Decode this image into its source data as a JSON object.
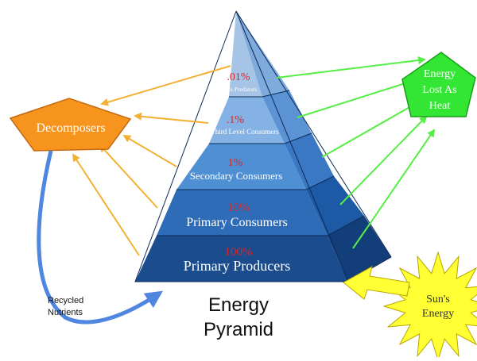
{
  "pyramid": {
    "levels": [
      {
        "percent": ".01%",
        "name": "Apex Predators"
      },
      {
        "percent": ".1%",
        "name": "Third Level Consumers"
      },
      {
        "percent": "1%",
        "name": "Secondary Consumers"
      },
      {
        "percent": "10%",
        "name": "Primary Consumers"
      },
      {
        "percent": "100%",
        "name": "Primary Producers"
      }
    ]
  },
  "decomposers": {
    "label": "Decomposers"
  },
  "energy_lost": {
    "line1": "Energy",
    "line2": "Lost As",
    "line3": "Heat"
  },
  "recycled": {
    "line1": "Recycled",
    "line2": "Nutrients"
  },
  "sun": {
    "line1": "Sun's",
    "line2": "Energy"
  },
  "caption": {
    "line1": "Energy",
    "line2": "Pyramid"
  },
  "colors": {
    "decomposers_fill": "#f7941d",
    "energy_lost_fill": "#33e633",
    "sun_fill": "#ffff33",
    "orange_arrow": "#f2b134",
    "green_arrow": "#55ee44",
    "blue_arrow": "#4f86e0",
    "percent_red": "#d8262a"
  }
}
